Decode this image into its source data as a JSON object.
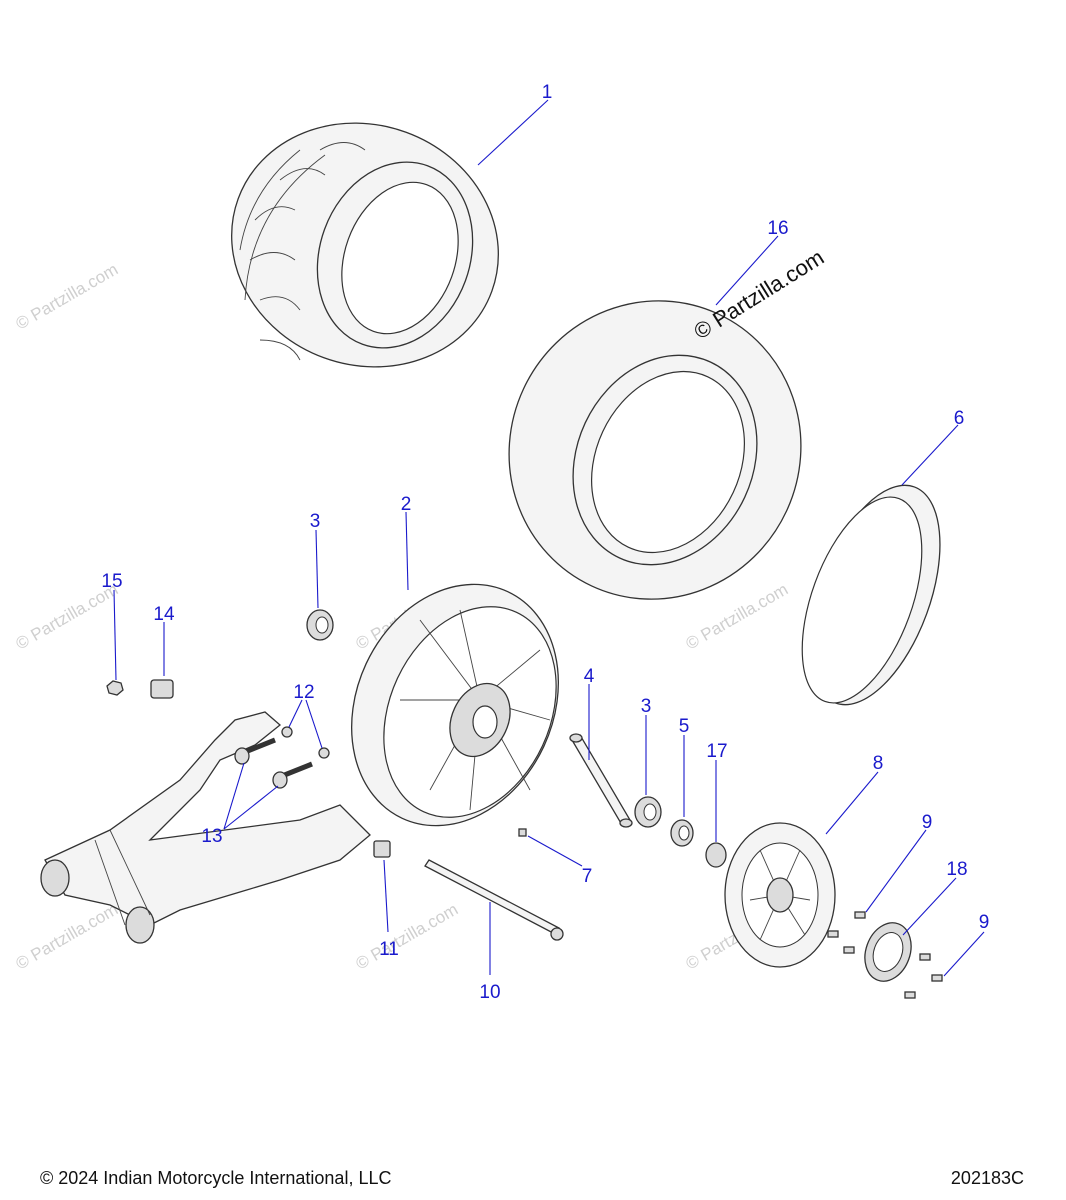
{
  "watermark": {
    "main": "© Partzilla.com",
    "faint": "© Partzilla.com"
  },
  "callouts": [
    "1",
    "16",
    "6",
    "2",
    "3",
    "15",
    "14",
    "12",
    "13",
    "4",
    "3",
    "5",
    "17",
    "8",
    "9",
    "18",
    "9",
    "7",
    "11",
    "10"
  ],
  "footer": {
    "copyright": "© 2024 Indian Motorcycle International, LLC",
    "drawing_number": "202183C"
  }
}
